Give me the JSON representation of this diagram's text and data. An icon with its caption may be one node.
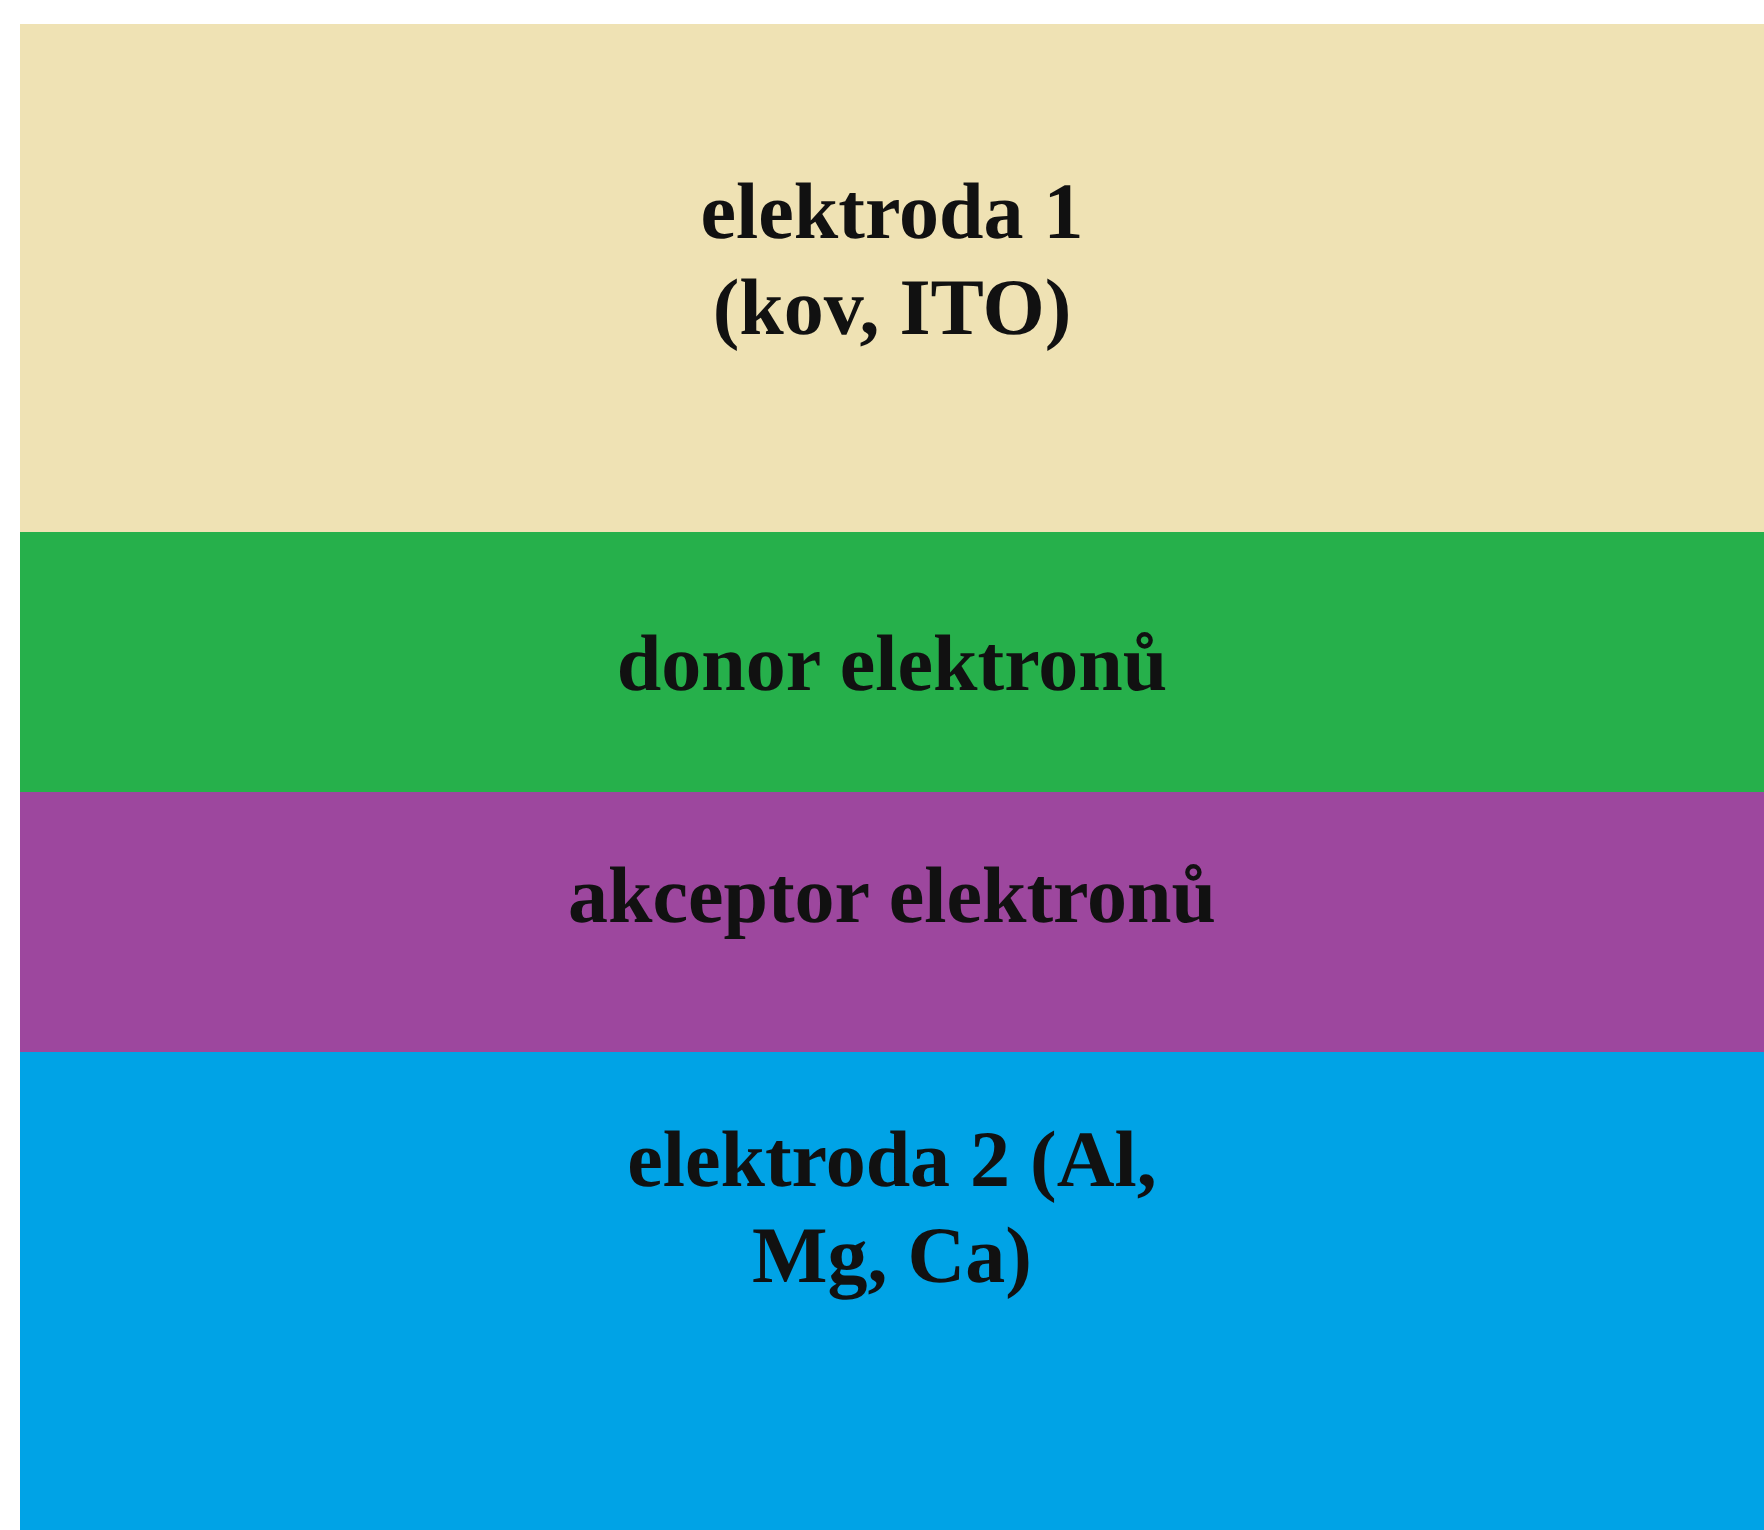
{
  "diagram": {
    "nodes": [
      {
        "text": [
          "elektroda 1 (kov, ITO)"
        ]
      },
      {
        "text": [
          "donor elektronů"
        ]
      },
      {
        "text": [
          "akceptor elektronů"
        ]
      },
      {
        "text": [
          "elektroda 2 (Al, Mg, Ca)"
        ]
      }
    ]
  }
}
